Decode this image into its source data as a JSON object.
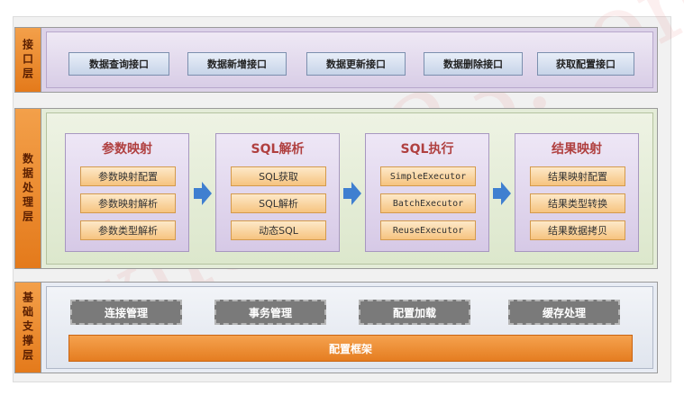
{
  "interface_layer": {
    "label": "接口层",
    "items": [
      "数据查询接口",
      "数据新增接口",
      "数据更新接口",
      "数据删除接口",
      "获取配置接口"
    ]
  },
  "processing_layer": {
    "label": "数据处理层",
    "modules": [
      {
        "title": "参数映射",
        "items": [
          "参数映射配置",
          "参数映射解析",
          "参数类型解析"
        ]
      },
      {
        "title": "SQL解析",
        "items": [
          "SQL获取",
          "SQL解析",
          "动态SQL"
        ]
      },
      {
        "title": "SQL执行",
        "items": [
          "SimpleExecutor",
          "BatchExecutor",
          "ReuseExecutor"
        ]
      },
      {
        "title": "结果映射",
        "items": [
          "结果映射配置",
          "结果类型转换",
          "结果数据拷贝"
        ]
      }
    ]
  },
  "base_layer": {
    "label": "基础支撑层",
    "items": [
      "连接管理",
      "事务管理",
      "配置加载",
      "缓存处理"
    ],
    "bar": "配置框架"
  },
  "colors": {
    "label_orange": "#e47a1b",
    "sub_box": "#f6c37f",
    "arrow_blue": "#3f7fd0",
    "title_red": "#b04040"
  }
}
